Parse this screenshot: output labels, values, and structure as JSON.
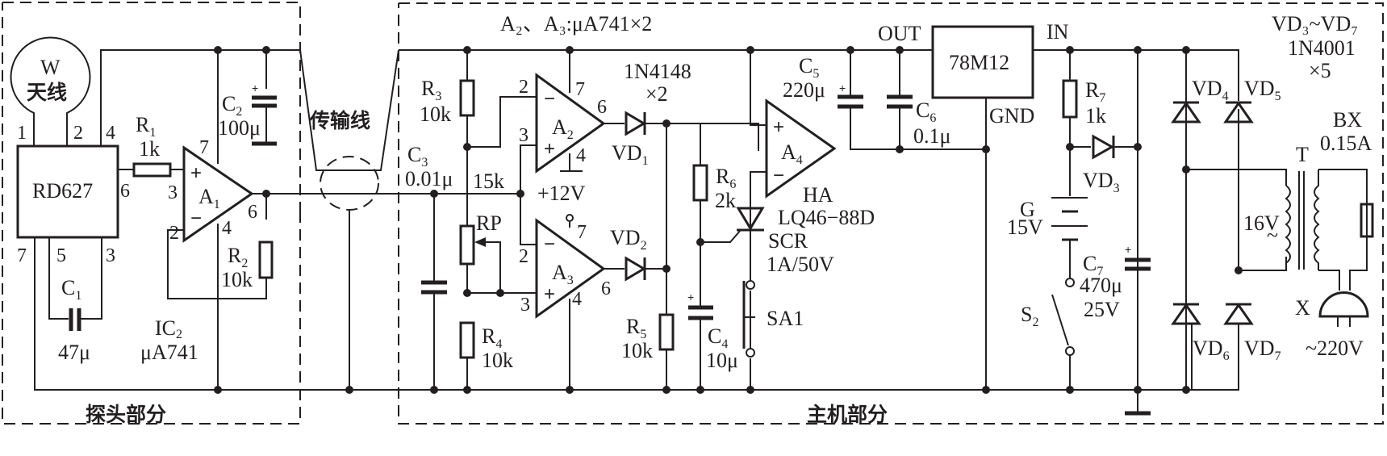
{
  "sections": {
    "probe": "探头部分",
    "host": "主机部分",
    "cable": "传输线"
  },
  "notes": {
    "opamps": "A₂、A₃:μA741×2",
    "diodes_top": "1N4148",
    "diodes_top_qty": "×2",
    "rect_range": "VD₃~VD₇",
    "rect_type": "1N4001",
    "rect_qty": "×5"
  },
  "probe": {
    "antenna_letter": "W",
    "antenna_label": "天线",
    "ic1": "RD627",
    "ic1_pins": [
      "1",
      "2",
      "4",
      "6",
      "7",
      "5",
      "3"
    ],
    "r1": {
      "ref": "R",
      "sub": "1",
      "value": "1k"
    },
    "r2": {
      "ref": "R",
      "sub": "2",
      "value": "10k"
    },
    "c1": {
      "ref": "C",
      "sub": "1",
      "value": "47μ"
    },
    "c2": {
      "ref": "C",
      "sub": "2",
      "value": "100μ"
    },
    "a1": {
      "ref": "A",
      "sub": "1",
      "pins": [
        "3",
        "2",
        "7",
        "6",
        "4"
      ]
    },
    "ic2": {
      "ref": "IC",
      "sub": "2",
      "type": "μA741"
    }
  },
  "host": {
    "r3": {
      "ref": "R",
      "sub": "3",
      "value": "10k"
    },
    "r4": {
      "ref": "R",
      "sub": "4",
      "value": "10k"
    },
    "r5": {
      "ref": "R",
      "sub": "5",
      "value": "10k"
    },
    "r6": {
      "ref": "R",
      "sub": "6",
      "value": "2k"
    },
    "r7": {
      "ref": "R",
      "sub": "7",
      "value": "1k"
    },
    "rp": {
      "ref": "RP",
      "value": "15k"
    },
    "c3": {
      "ref": "C",
      "sub": "3",
      "value": "0.01μ"
    },
    "c4": {
      "ref": "C",
      "sub": "4",
      "value": "10μ"
    },
    "c5": {
      "ref": "C",
      "sub": "5",
      "value": "220μ"
    },
    "c6": {
      "ref": "C",
      "sub": "6",
      "value": "0.1μ"
    },
    "c7": {
      "ref": "C",
      "sub": "7",
      "value": "470μ",
      "voltage": "25V"
    },
    "a2": {
      "ref": "A",
      "sub": "2",
      "pins": [
        "2",
        "3",
        "7",
        "6",
        "4"
      ]
    },
    "a3": {
      "ref": "A",
      "sub": "3",
      "pins": [
        "2",
        "3",
        "7",
        "6",
        "4"
      ]
    },
    "a4": {
      "ref": "A",
      "sub": "4"
    },
    "supply": "+12V",
    "vd1": {
      "ref": "VD",
      "sub": "1"
    },
    "vd2": {
      "ref": "VD",
      "sub": "2"
    },
    "vd3": {
      "ref": "VD",
      "sub": "3"
    },
    "vd4": {
      "ref": "VD",
      "sub": "4"
    },
    "vd5": {
      "ref": "VD",
      "sub": "5"
    },
    "vd6": {
      "ref": "VD",
      "sub": "6"
    },
    "vd7": {
      "ref": "VD",
      "sub": "7"
    },
    "ha": {
      "ref": "HA",
      "type": "LQ46−88D"
    },
    "scr": {
      "ref": "SCR",
      "rating": "1A/50V"
    },
    "sa1": "SA1",
    "regulator": {
      "name": "78M12",
      "out": "OUT",
      "in": "IN",
      "gnd": "GND"
    },
    "battery": {
      "ref": "G",
      "voltage": "15V"
    },
    "s2": {
      "ref": "S",
      "sub": "2"
    },
    "transformer": {
      "ref": "T",
      "secondary": "16V",
      "ac": "~"
    },
    "fuse": {
      "ref": "BX",
      "rating": "0.15A"
    },
    "plug": {
      "ref": "X",
      "mains": "~220V"
    }
  }
}
